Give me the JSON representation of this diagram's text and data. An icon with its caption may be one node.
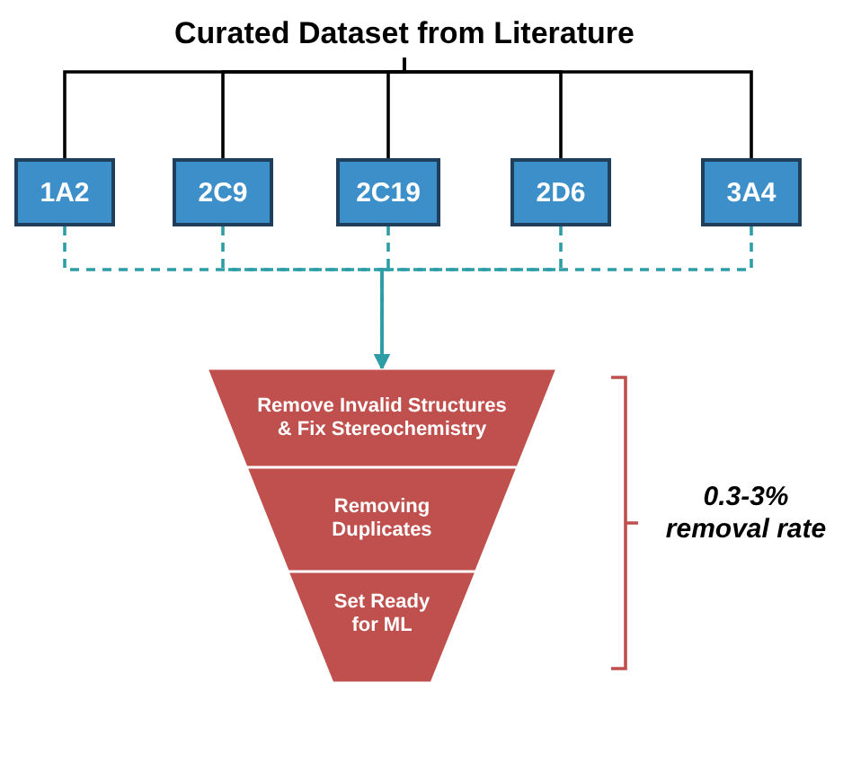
{
  "diagram": {
    "nodes": [
      {
        "text": [
          "Curated Dataset from Literature"
        ]
      },
      {
        "text": [
          "1A2"
        ]
      },
      {
        "text": [
          "2C9"
        ]
      },
      {
        "text": [
          "2C19"
        ]
      },
      {
        "text": [
          "2D6"
        ]
      },
      {
        "text": [
          "3A4"
        ]
      },
      {
        "text": [
          "Remove Invalid Structures & Fix Stereochemistry"
        ]
      },
      {
        "text": [
          "Removing Duplicates"
        ]
      },
      {
        "text": [
          "Set Ready for ML"
        ]
      }
    ],
    "edges": [
      {
        "from": 0,
        "to": 1,
        "arrow": "none"
      },
      {
        "from": 0,
        "to": 2,
        "arrow": "none"
      },
      {
        "from": 0,
        "to": 3,
        "arrow": "none"
      },
      {
        "from": 0,
        "to": 4,
        "arrow": "none"
      },
      {
        "from": 0,
        "to": 5,
        "arrow": "none"
      },
      {
        "from": 1,
        "to": 6,
        "arrow": "to",
        "style": "dashed",
        "color": "#2e9ea6"
      },
      {
        "from": 2,
        "to": 6,
        "arrow": "to",
        "style": "dashed",
        "color": "#2e9ea6"
      },
      {
        "from": 3,
        "to": 6,
        "arrow": "to",
        "style": "dashed",
        "color": "#2e9ea6"
      },
      {
        "from": 4,
        "to": 6,
        "arrow": "to",
        "style": "dashed",
        "color": "#2e9ea6"
      },
      {
        "from": 5,
        "to": 6,
        "arrow": "to",
        "style": "dashed",
        "color": "#2e9ea6"
      }
    ],
    "labels": [
      "0.3-3% removal rate"
    ]
  }
}
